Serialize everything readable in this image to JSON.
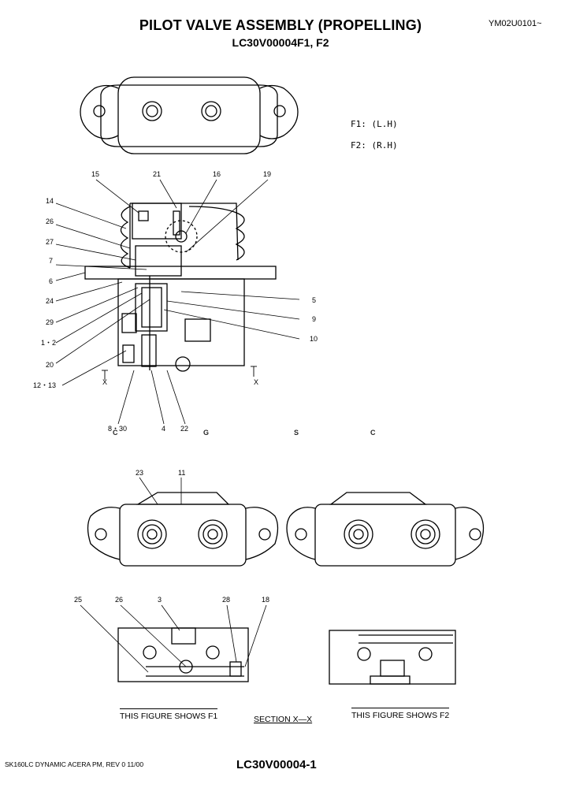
{
  "header": {
    "title": "PILOT VALVE ASSEMBLY (PROPELLING)",
    "subtitle": "LC30V00004F1, F2",
    "doc_code": "YM02U0101~"
  },
  "legend": {
    "f1": "F1: (L.H)",
    "f2": "F2: (R.H)"
  },
  "callouts": {
    "n15": "15",
    "n21": "21",
    "n16": "16",
    "n19": "19",
    "n14": "14",
    "n26": "26",
    "n27": "27",
    "n7": "7",
    "n6": "6",
    "n24": "24",
    "n29": "29",
    "n1_2": "1・2",
    "n20": "20",
    "n12_13": "12・13",
    "n5": "5",
    "n9": "9",
    "n10": "10",
    "n8_30": "8・30",
    "n4": "4",
    "n22": "22",
    "n23": "23",
    "n11": "11",
    "n25": "25",
    "n26b": "26",
    "n3": "3",
    "n28": "28",
    "n18": "18",
    "x_left": "X",
    "x_right": "X"
  },
  "captions": {
    "f1": "THIS FIGURE SHOWS   F1",
    "section": "SECTION   X—X",
    "f2": "THIS FIGURE SHOWS   F2"
  },
  "watermark": {
    "letters": [
      "C",
      "G",
      "S",
      "C"
    ],
    "colors": [
      "#3b8ef0",
      "#f06a5a",
      "#f5c542",
      "#4caf7a"
    ]
  },
  "footer": {
    "left": "SK160LC DYNAMIC ACERA PM,  REV 0 11/00",
    "center": "LC30V00004-1"
  }
}
